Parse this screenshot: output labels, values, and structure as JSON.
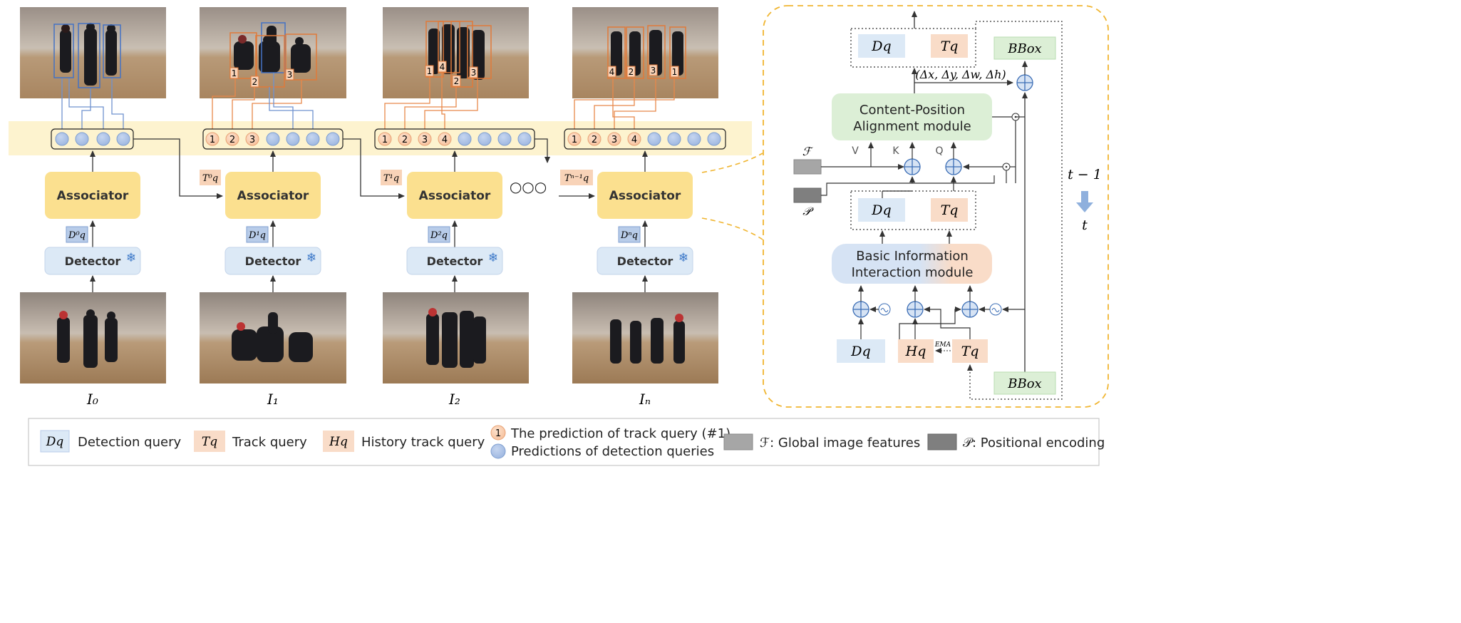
{
  "frames": [
    {
      "label": "I₀",
      "track_query": "",
      "det_query": "D⁰q"
    },
    {
      "label": "I₁",
      "track_query": "T⁰q",
      "det_query": "D¹q"
    },
    {
      "label": "I₂",
      "track_query": "T¹q",
      "det_query": "D²q"
    },
    {
      "label": "Iₙ",
      "track_query": "Tⁿ⁻¹q",
      "det_query": "Dⁿq"
    }
  ],
  "labels": {
    "frame_labels": [
      "I₀",
      "I₁",
      "I₂",
      "Iₙ"
    ],
    "track_queries": [
      "T⁰q",
      "T¹q",
      "Tⁿ⁻¹q"
    ],
    "det_queries": [
      "D⁰q",
      "D¹q",
      "D²q",
      "Dⁿq"
    ],
    "associator": "Associator",
    "detector": "Detector",
    "frame0_track_ids": [],
    "frame1_track_ids": [
      "1",
      "2",
      "3"
    ],
    "frame2_track_ids": [
      "1",
      "4",
      "2",
      "3"
    ],
    "framen_track_ids": [
      "4",
      "2",
      "3",
      "1"
    ],
    "query_row_ids_1": [
      "1",
      "2",
      "3"
    ],
    "query_row_ids_2": [
      "1",
      "2",
      "3",
      "4"
    ],
    "query_row_ids_n": [
      "1",
      "2",
      "3",
      "4"
    ],
    "ellipsis": "○○○"
  },
  "detail": {
    "dq": "Dq",
    "tq": "Tq",
    "hq": "Hq",
    "bbox": "BBox",
    "delta": "(Δx, Δy, Δw, Δh)",
    "cpa_line1": "Content-Position",
    "cpa_line2": "Alignment module",
    "bii_line1": "Basic Information",
    "bii_line2": "Interaction module",
    "v": "V",
    "k": "K",
    "q": "Q",
    "f_symbol": "ℱ",
    "p_symbol": "𝒫",
    "ema": "EMA",
    "t_minus_1": "t − 1",
    "t": "t"
  },
  "legend": {
    "dq_box": "Dq",
    "dq_text": "Detection query",
    "tq_box": "Tq",
    "tq_text": "Track query",
    "hq_box": "Hq",
    "hq_text": "History track query",
    "pred_num": "1",
    "pred_track_text": "The prediction of track query (#1)",
    "pred_det_text": "Predictions of detection queries",
    "f_text": "ℱ: Global image features",
    "p_text": "𝒫: Positional encoding"
  },
  "colors": {
    "associator": "#fbe08f",
    "detector": "#dce9f6",
    "track_query": "#f8d3b8",
    "det_query": "#b8cce9",
    "green_module": "#dcefd6",
    "highlight_band": "#fdf3cf",
    "orange_line": "#e8884a",
    "blue_line": "#6f92cf",
    "dashed_orange": "#f0b530",
    "gray_f": "#a6a6a6",
    "gray_p": "#7f7f7f"
  }
}
